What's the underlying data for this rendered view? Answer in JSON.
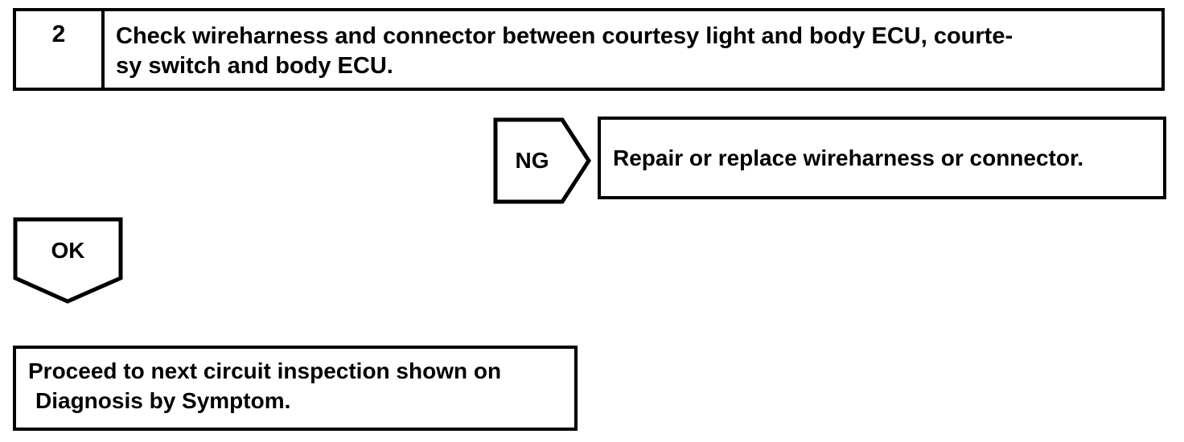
{
  "flowchart": {
    "step": {
      "number": "2",
      "instruction_line1": "Check wireharness and connector between courtesy light and body ECU, courte-",
      "instruction_line2": "sy switch and body ECU."
    },
    "ng_branch": {
      "label": "NG",
      "action": "Repair or replace wireharness or connector."
    },
    "ok_branch": {
      "label": "OK",
      "action_line1": "Proceed to next circuit inspection shown on",
      "action_line2": "Diagnosis by Symptom."
    }
  },
  "colors": {
    "ink": "#000000",
    "paper": "#ffffff"
  }
}
